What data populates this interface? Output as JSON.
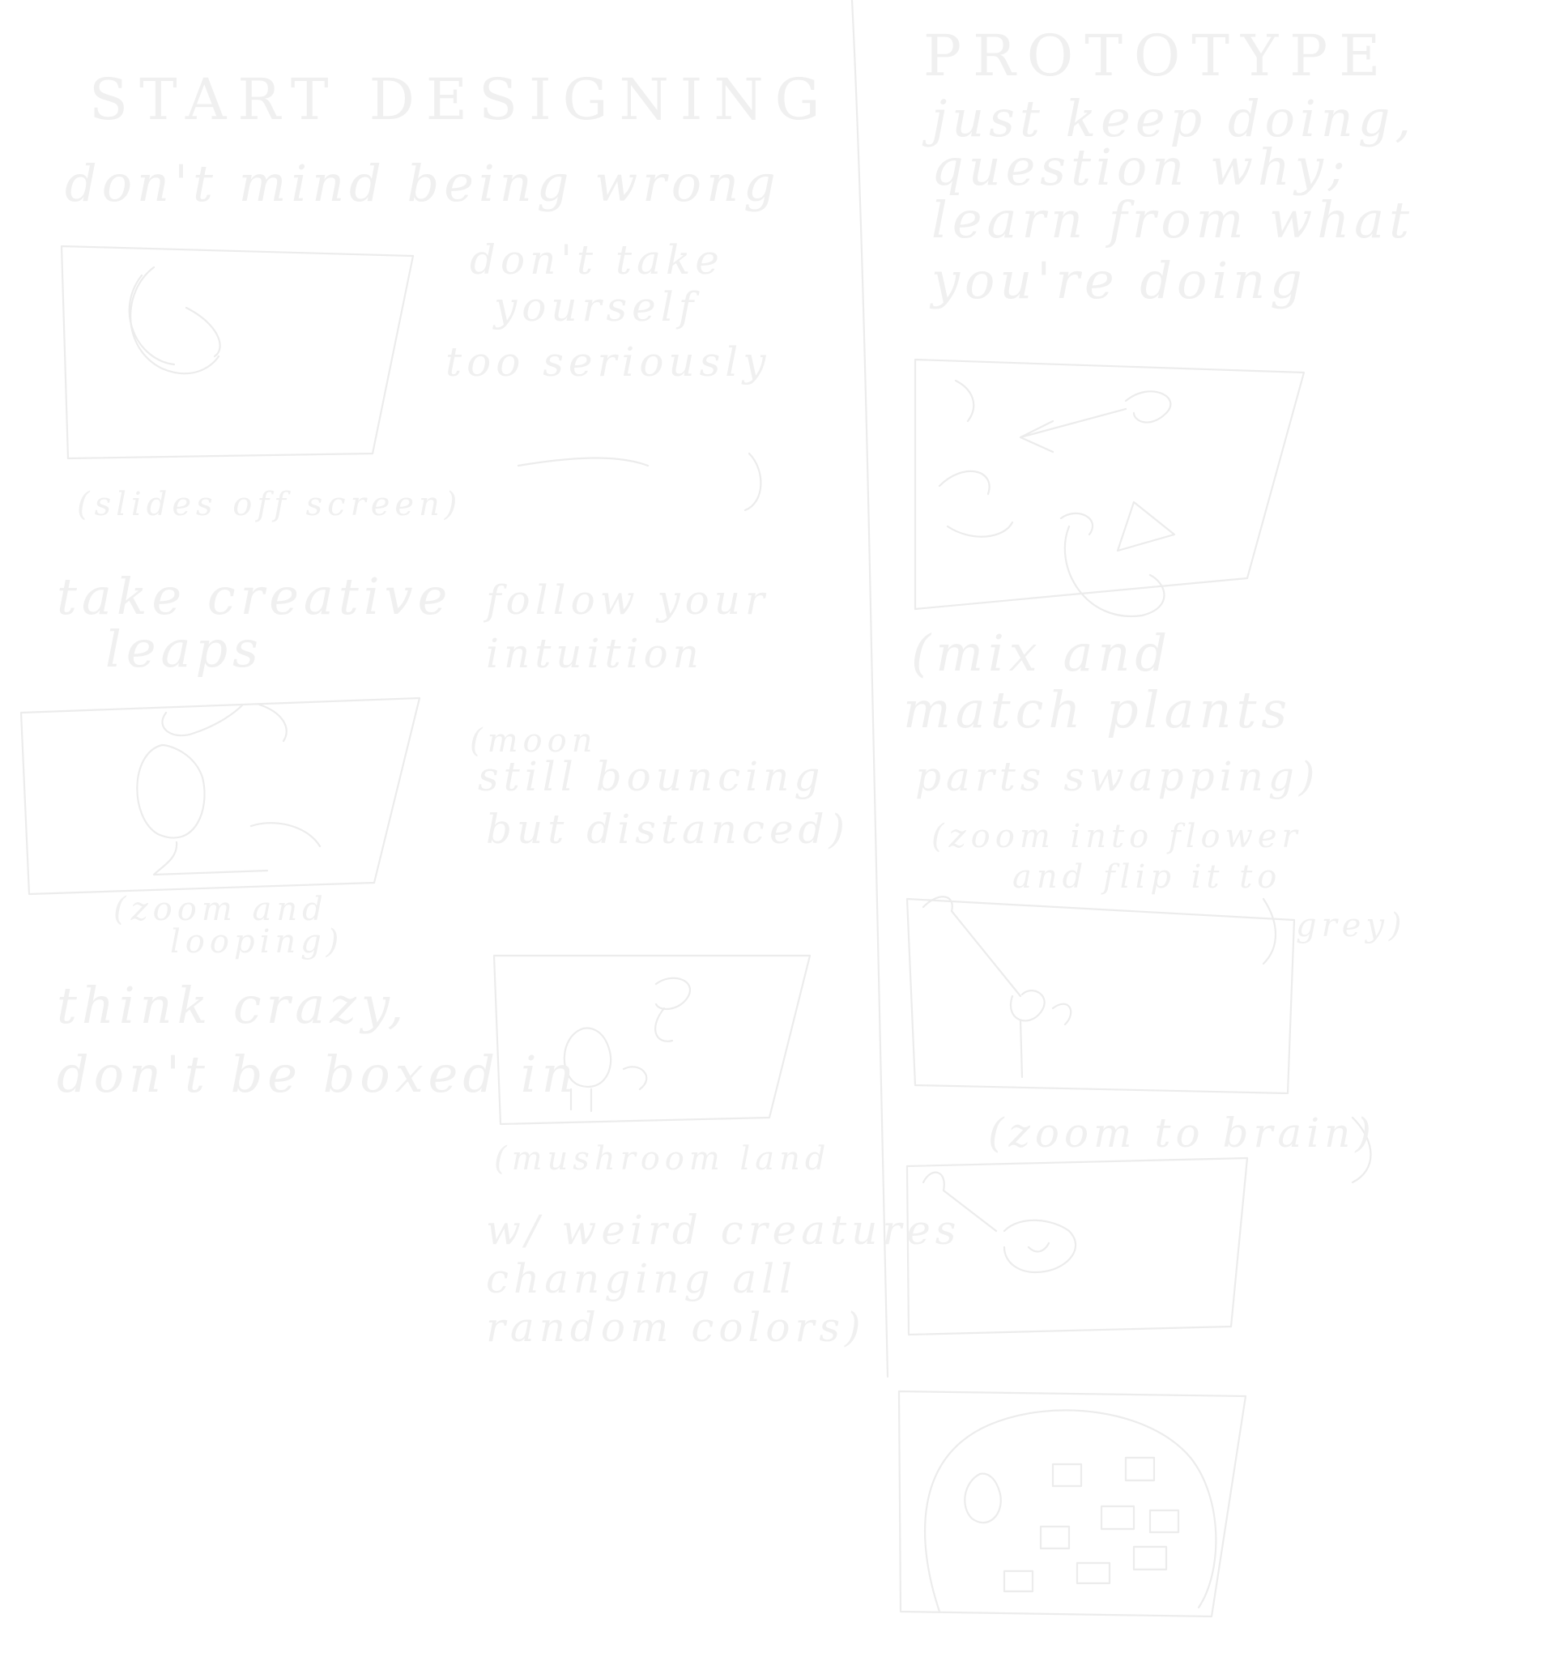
{
  "left_column": {
    "title": "START DESIGNING",
    "line_wrong": "don't mind being wrong",
    "line_take1": "don't take",
    "line_take2": "yourself",
    "line_take3": "too seriously",
    "line_caption_slides": "(slides off screen)",
    "line_leaps1": "take creative",
    "line_leaps2": "leaps",
    "line_follow1": "follow your",
    "line_follow2": "intuition",
    "line_bouncing1": "(moon",
    "line_bouncing2": "still bouncing",
    "line_bouncing3": "but distanced)",
    "line_caption_zoom": "(zoom and",
    "line_caption_zoom2": "looping)",
    "line_crazy1": "think crazy,",
    "line_crazy2": "don't be boxed in",
    "line_mush1": "(mushroom land",
    "line_mush2": "w/ weird creatures",
    "line_mush3": "changing all",
    "line_mush4": "random colors)"
  },
  "right_column": {
    "title": "PROTOTYPE",
    "line1": "just keep doing,",
    "line2": "question why;",
    "line3": "learn from what",
    "line4": "you're doing",
    "line_mix1": "(mix and",
    "line_mix2": "match plants",
    "line_mix3": "parts swapping)",
    "line_zoom1": "(zoom into flower",
    "line_zoom2": "and flip it to",
    "line_zoom3": "grey)",
    "line_brain": "(zoom to brain)"
  }
}
